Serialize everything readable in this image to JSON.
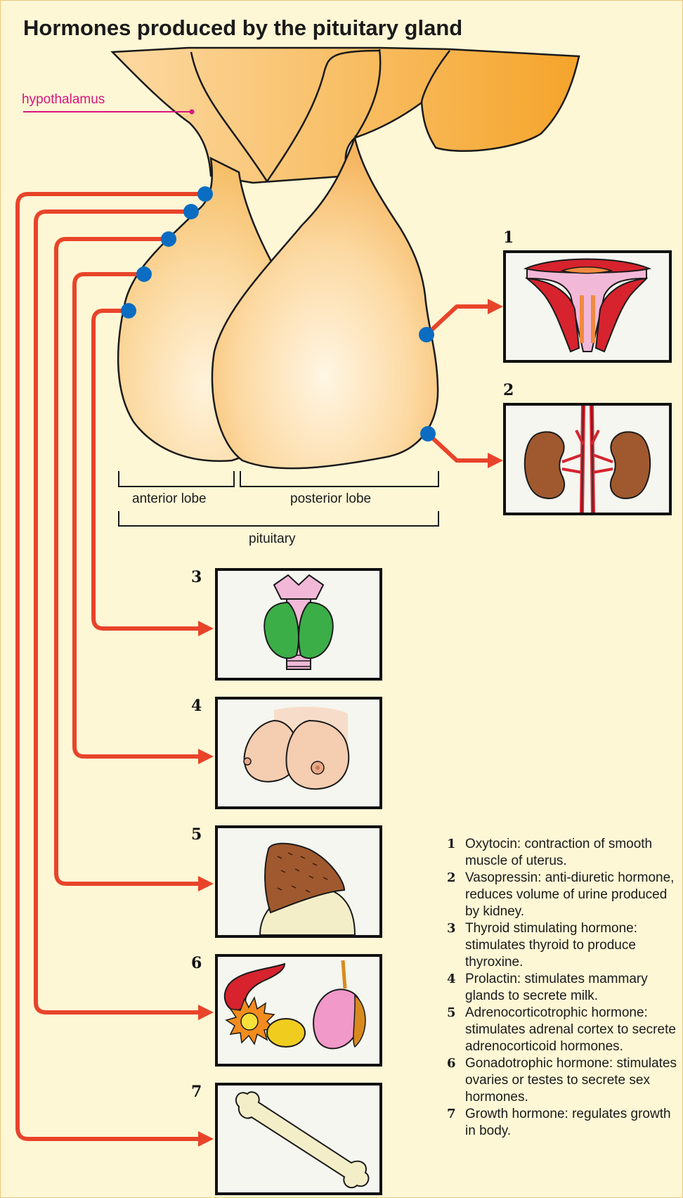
{
  "title": "Hormones produced by the pituitary gland",
  "labels": {
    "hypothalamus": "hypothalamus",
    "anterior_lobe": "anterior lobe",
    "posterior_lobe": "posterior lobe",
    "pituitary": "pituitary"
  },
  "panels": [
    {
      "number": "1",
      "icon": "uterus-icon"
    },
    {
      "number": "2",
      "icon": "kidneys-icon"
    },
    {
      "number": "3",
      "icon": "thyroid-icon"
    },
    {
      "number": "4",
      "icon": "breasts-icon"
    },
    {
      "number": "5",
      "icon": "adrenal-gland-icon"
    },
    {
      "number": "6",
      "icon": "ovary-testis-icon"
    },
    {
      "number": "7",
      "icon": "bone-icon"
    }
  ],
  "legend": [
    {
      "number": "1",
      "text": "Oxytocin: contraction of smooth muscle of uterus."
    },
    {
      "number": "2",
      "text": "Vasopressin: anti-diuretic hormone, reduces volume of urine produced by kidney."
    },
    {
      "number": "3",
      "text": "Thyroid stimulating hormone: stimulates thyroid to produce thyroxine."
    },
    {
      "number": "4",
      "text": "Prolactin: stimulates mammary glands to secrete milk."
    },
    {
      "number": "5",
      "text": "Adrenocorticotrophic hormone: stimulates adrenal cortex to secrete adrenocorticoid hormones."
    },
    {
      "number": "6",
      "text": "Gonadotrophic hormone: stimulates ovaries or testes to secrete sex hormones."
    },
    {
      "number": "7",
      "text": "Growth hormone: regulates growth in body."
    }
  ],
  "colors": {
    "background": "#fef7d6",
    "gland": "#f9c97a",
    "arrow": "#e8442a",
    "dot": "#0a6dc2",
    "hypothalamus_label": "#d8157f"
  }
}
